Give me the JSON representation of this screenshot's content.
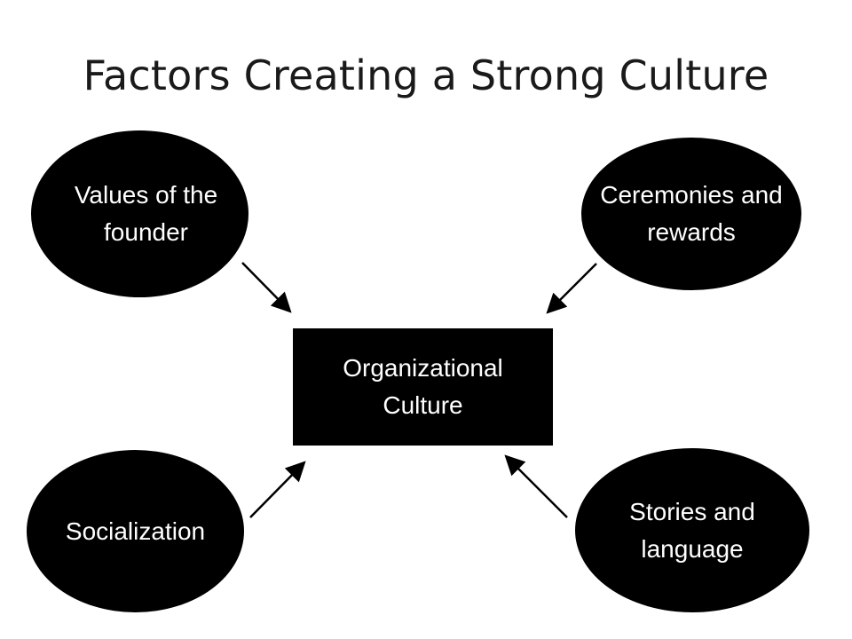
{
  "title": "Factors Creating a Strong Culture",
  "center": {
    "label": "Organizational Culture"
  },
  "factors": {
    "values_of_founder": "Values of the founder",
    "ceremonies_and_rewards": "Ceremonies and rewards",
    "socialization": "Socialization",
    "stories_and_language": "Stories and language"
  },
  "colors": {
    "shape_fill": "#000000",
    "shape_text": "#ffffff",
    "title_text": "#1a1a1a",
    "background": "#ffffff"
  }
}
